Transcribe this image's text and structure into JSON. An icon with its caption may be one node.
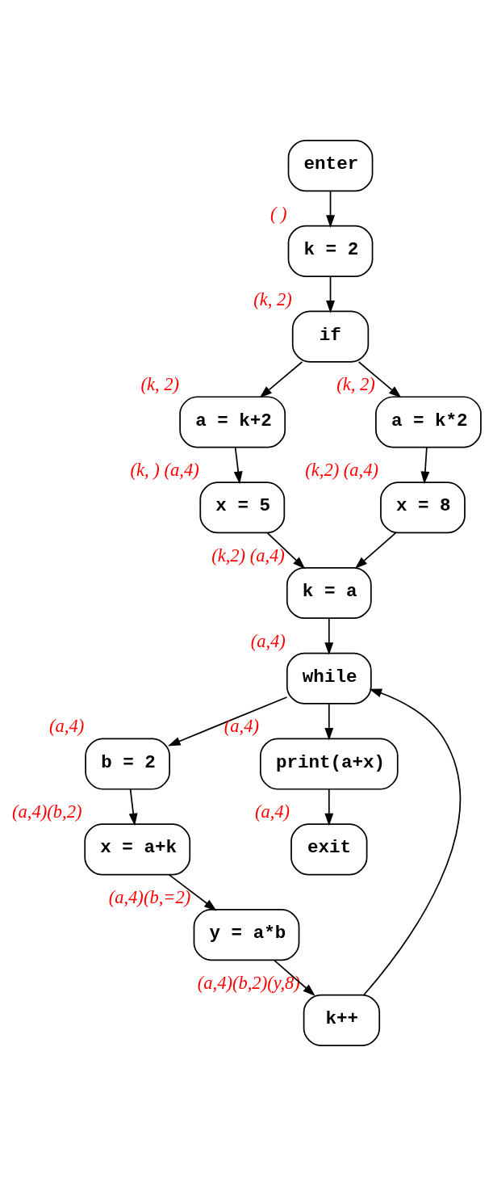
{
  "diagram": {
    "nodes": [
      {
        "text": [
          "enter"
        ]
      },
      {
        "text": [
          "k = 2"
        ],
        "beside": [
          "( )"
        ]
      },
      {
        "text": [
          "if"
        ],
        "beside": [
          "(k, 2)"
        ]
      },
      {
        "text": [
          "a = k+2"
        ],
        "beside": [
          "(k, 2)"
        ]
      },
      {
        "text": [
          "a = k*2"
        ],
        "beside": [
          "(k, 2)"
        ]
      },
      {
        "text": [
          "x = 5"
        ],
        "beside": [
          "(k, ) (a,4)"
        ]
      },
      {
        "text": [
          "x = 8"
        ],
        "beside": [
          "(k,2) (a,4)"
        ]
      },
      {
        "text": [
          "k = a"
        ],
        "beside": [
          "(k,2) (a,4)"
        ]
      },
      {
        "text": [
          "while"
        ],
        "beside": [
          "(a,4)"
        ]
      },
      {
        "text": [
          "b = 2"
        ],
        "beside": [
          "(a,4)"
        ]
      },
      {
        "text": [
          "x = a+k"
        ],
        "beside": [
          "(a,4)(b,2)"
        ]
      },
      {
        "text": [
          "y = a*b"
        ],
        "beside": [
          "(a,4)(b,=2)"
        ]
      },
      {
        "text": [
          "k++"
        ],
        "beside": [
          "(a,4)(b,2)(y,8)"
        ]
      },
      {
        "text": [
          "print(a+x)"
        ],
        "beside": [
          "(a,4)"
        ]
      },
      {
        "text": [
          "exit"
        ],
        "beside": [
          "(a,4)"
        ]
      }
    ],
    "edges": [
      {
        "from": 0,
        "to": 1,
        "arrow": "to"
      },
      {
        "from": 1,
        "to": 2,
        "arrow": "to"
      },
      {
        "from": 2,
        "to": 3,
        "arrow": "to"
      },
      {
        "from": 2,
        "to": 4,
        "arrow": "to"
      },
      {
        "from": 3,
        "to": 5,
        "arrow": "to"
      },
      {
        "from": 4,
        "to": 6,
        "arrow": "to"
      },
      {
        "from": 5,
        "to": 7,
        "arrow": "to"
      },
      {
        "from": 6,
        "to": 7,
        "arrow": "to"
      },
      {
        "from": 7,
        "to": 8,
        "arrow": "to"
      },
      {
        "from": 8,
        "to": 9,
        "arrow": "to"
      },
      {
        "from": 9,
        "to": 10,
        "arrow": "to"
      },
      {
        "from": 10,
        "to": 11,
        "arrow": "to"
      },
      {
        "from": 11,
        "to": 12,
        "arrow": "to"
      },
      {
        "from": 12,
        "to": 8,
        "arrow": "to"
      },
      {
        "from": 8,
        "to": 13,
        "arrow": "to"
      },
      {
        "from": 13,
        "to": 14,
        "arrow": "to"
      }
    ]
  }
}
